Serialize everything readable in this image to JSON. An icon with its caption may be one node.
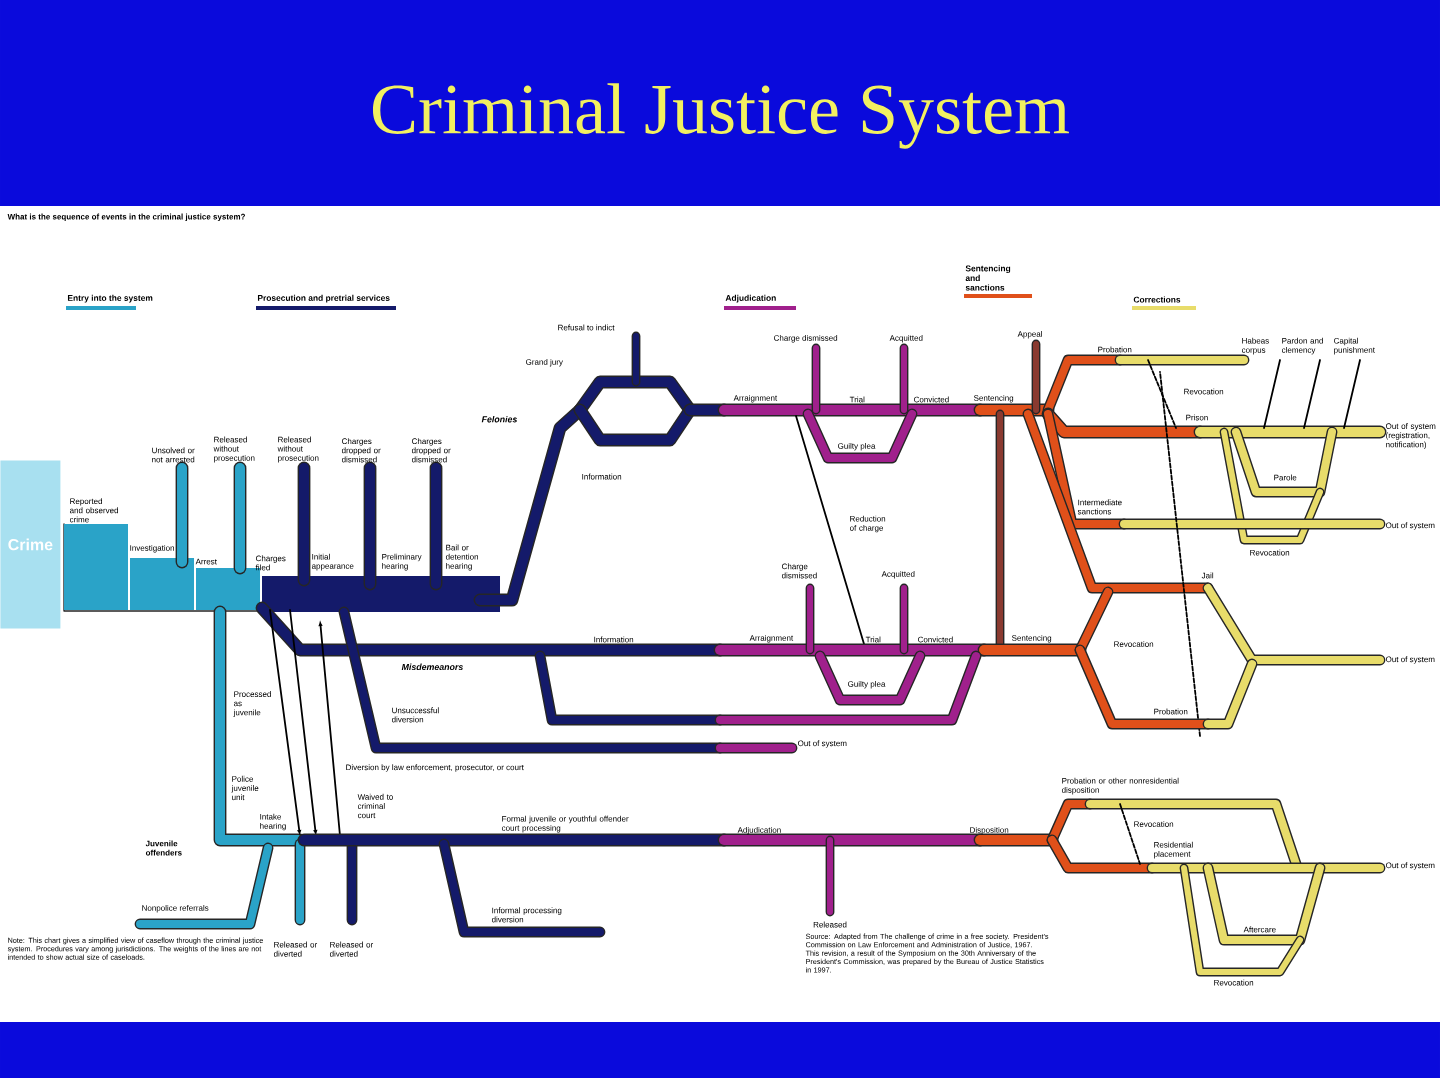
{
  "diagram": {
    "title": "Criminal Justice System",
    "nodes": [
      {
        "text": [
          "Crime"
        ]
      }
    ],
    "edges": [],
    "labels": [
      "What is the sequence of events in the criminal justice system?",
      "Reported and observed crime",
      "Investigation",
      "Unsolved or not arrested",
      "Released without prosecution",
      "Arrest",
      "Charges filed",
      "Released without prosecution",
      "Initial appearance",
      "Charges dropped or dismissed",
      "Preliminary hearing",
      "Charges dropped or dismissed",
      "Bail or detention hearing",
      "Felonies",
      "Refusal to indict",
      "Grand jury",
      "Information",
      "Arraignment",
      "Charge dismissed",
      "Acquitted",
      "Trial",
      "Guilty plea",
      "Convicted",
      "Sentencing",
      "Reduction of charge",
      "Appeal",
      "Probation",
      "Revocation",
      "Habeas corpus",
      "Pardon and clemency",
      "Capital punishment",
      "Prison",
      "Out of system (registration, notification)",
      "Parole",
      "Revocation",
      "Intermediate sanctions",
      "Out of system",
      "Charge dismissed",
      "Acquitted",
      "Jail",
      "Misdemeanors",
      "Information",
      "Arraignment",
      "Trial",
      "Convicted",
      "Sentencing",
      "Revocation",
      "Guilty plea",
      "Out of system",
      "Probation",
      "Processed as juvenile",
      "Unsuccessful diversion",
      "Diversion by law enforcement, prosecutor, or court",
      "Out of system",
      "Police juvenile unit",
      "Waived to criminal court",
      "Intake hearing",
      "Formal juvenile or youthful offender court processing",
      "Adjudication",
      "Juvenile offenders",
      "Nonpolice referrals",
      "Informal processing diversion",
      "Released or diverted",
      "Released or diverted",
      "Released",
      "Disposition",
      "Probation or other nonresidential disposition",
      "Revocation",
      "Residential placement",
      "Out of system",
      "Aftercare",
      "Revocation",
      "Note: This chart gives a simplified view of caseflow through the criminal justice system. Procedures vary among jurisdictions. The weights of the lines are not intended to show actual size of caseloads.",
      "Source: Adapted from The challenge of crime in a free society. President's Commission on Law Enforcement and Administration of Justice, 1967. This revision, a result of the Symposium on the 30th Anniversary of the President's Commission, was prepared by the Bureau of Justice Statistics in 1997."
    ],
    "legend": [
      {
        "text": "Entry into the system",
        "color": "#2aa3c8"
      },
      {
        "text": "Prosecution and pretrial services",
        "color": "#141a6a"
      },
      {
        "text": "Adjudication",
        "color": "#a0208c"
      },
      {
        "text": "Sentencing and sanctions",
        "color": "#e0501a"
      },
      {
        "text": "Corrections",
        "color": "#e8dc6a"
      }
    ]
  }
}
